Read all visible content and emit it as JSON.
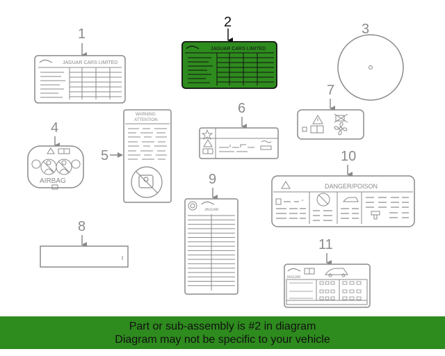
{
  "diagram": {
    "callouts": [
      "1",
      "2",
      "3",
      "4",
      "5",
      "6",
      "7",
      "8",
      "9",
      "10",
      "11"
    ],
    "selected": "2",
    "labels": {
      "brand_1": "JAGUAR CARS LIMITED",
      "brand_2": "JAGUAR CARS LIMITED",
      "warning": "WARNING",
      "attention": "ATTENTION",
      "airbag": "AIRBAG",
      "jaguar_9": "JAGUAR",
      "danger": "DANGER/POISON",
      "jaguar_11": "JAGUAR"
    },
    "colors": {
      "selected_fill": "#2e8b1e",
      "line": "#8a8a8a",
      "footer_bg": "#2e8b1e"
    }
  },
  "footer": {
    "line1": "Part or sub-assembly is #2 in diagram",
    "line2": "Diagram may not be specific to your vehicle"
  }
}
